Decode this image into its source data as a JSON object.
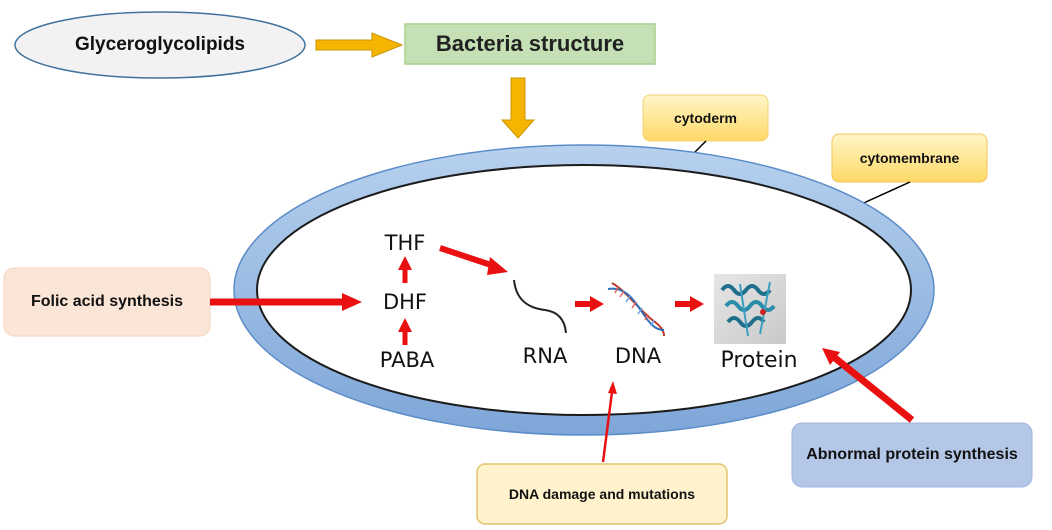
{
  "boxes": {
    "glyceroglycolipids": "Glyceroglycolipids",
    "bacteria_structure": "Bacteria structure",
    "cytoderm": "cytoderm",
    "cytomembrane": "cytomembrane",
    "folic_acid_synthesis": "Folic acid synthesis",
    "dna_damage": "DNA damage and mutations",
    "abnormal_protein": "Abnormal protein synthesis"
  },
  "pathway": {
    "thf": "THF",
    "dhf": "DHF",
    "paba": "PABA",
    "rna": "RNA",
    "dna": "DNA",
    "protein": "Protein"
  },
  "colors": {
    "ellipse_fill": "#eef2f9",
    "box_border": "#41719c",
    "bacteria_fill": "#c5e0b4",
    "bacteria_border": "#a9d18e",
    "cytoderm_fill": "#ffe699",
    "cytomembrane_fill": "#ffd966",
    "folic_fill": "#fbe5d6",
    "dna_damage_fill": "#fff2cc",
    "abnormal_fill": "#b4c7e7",
    "cell_wall": "#9dc3e6",
    "cell_wall_dark": "#5b8cc8",
    "orange_arrow": "#f4b400",
    "red_arrow": "#e81010"
  },
  "icons": [
    "dna-helix-icon",
    "protein-structure-icon",
    "rna-strand-icon"
  ]
}
